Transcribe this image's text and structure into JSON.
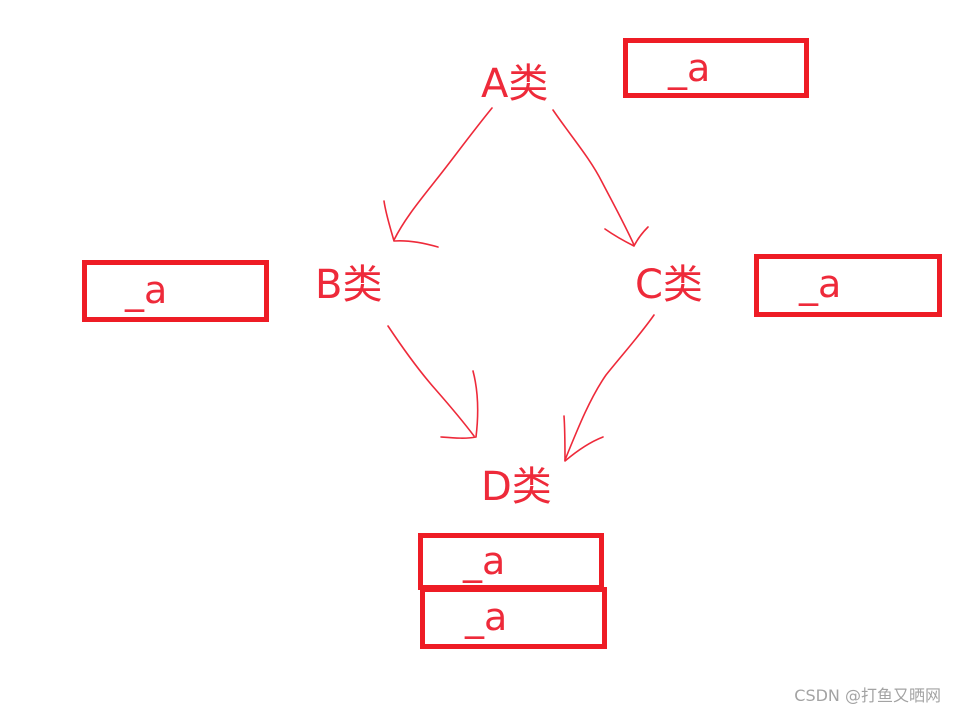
{
  "diagram": {
    "nodes": {
      "a": {
        "label": "A类",
        "attr": "_a"
      },
      "b": {
        "label": "B类",
        "attr": "_a"
      },
      "c": {
        "label": "C类",
        "attr": "_a"
      },
      "d": {
        "label": "D类",
        "attr_1": "_a",
        "attr_2": "_a"
      }
    },
    "edges": [
      {
        "from": "A类",
        "to": "B类"
      },
      {
        "from": "A类",
        "to": "C类"
      },
      {
        "from": "B类",
        "to": "D类"
      },
      {
        "from": "C类",
        "to": "D类"
      }
    ],
    "colors": {
      "ink": "#ee2a3a",
      "box_border": "#ee1c25",
      "watermark": "#a3a3a3"
    }
  },
  "watermark": {
    "text": "CSDN @打鱼又晒网"
  }
}
